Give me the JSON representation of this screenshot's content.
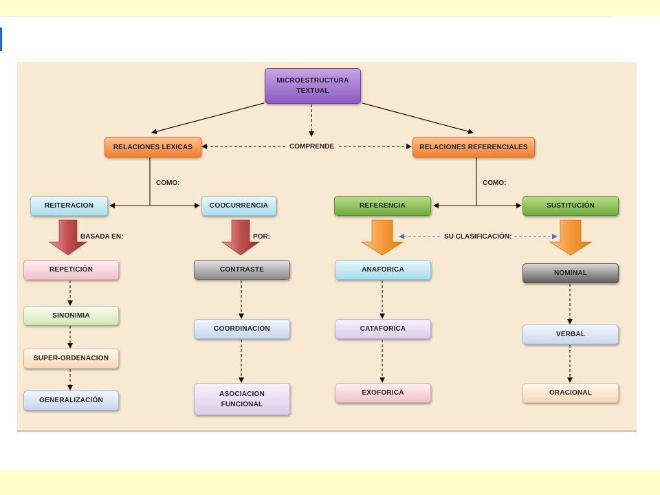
{
  "root": {
    "line1": "MICROESTRUCTURA",
    "line2": "TEXTUAL"
  },
  "level1": {
    "left": "RELACIONES LEXICAS",
    "right": "RELACIONES REFERENCIALES",
    "connector": "COMPRENDE"
  },
  "labels": {
    "como_left": "COMO:",
    "como_right": "COMO:",
    "basada_en": "BASADA EN:",
    "por": "POR:",
    "su_clasificacion": "SU CLASIFICACIÓN:"
  },
  "level2": {
    "reiteracion": "REITERACION",
    "coocurrencia": "COOCURRENCIA",
    "referencia": "REFERENCIA",
    "sustitucion": "SUSTITUCIÓN"
  },
  "reiteracion_items": [
    "REPETICIÓN",
    "SINONIMIA",
    "SUPER-ORDENACION",
    "GENERALIZACIÓN"
  ],
  "coocurrencia_items": [
    "CONTRASTE",
    "COORDINACION",
    "ASOCIACION FUNCIONAL"
  ],
  "referencia_items": [
    "ANAFORICA",
    "CATAFORICA",
    "EXOFORICA"
  ],
  "sustitucion_items": [
    "NOMINAL",
    "VERBAL",
    "ORACIONAL"
  ],
  "colors": {
    "root": "#8a5bc2",
    "relaciones": "#f07f2e",
    "referencia_green": "#6daa3b",
    "arrow_red": "#c0504d",
    "arrow_orange": "#f59a3a",
    "background": "#f8ead2"
  }
}
